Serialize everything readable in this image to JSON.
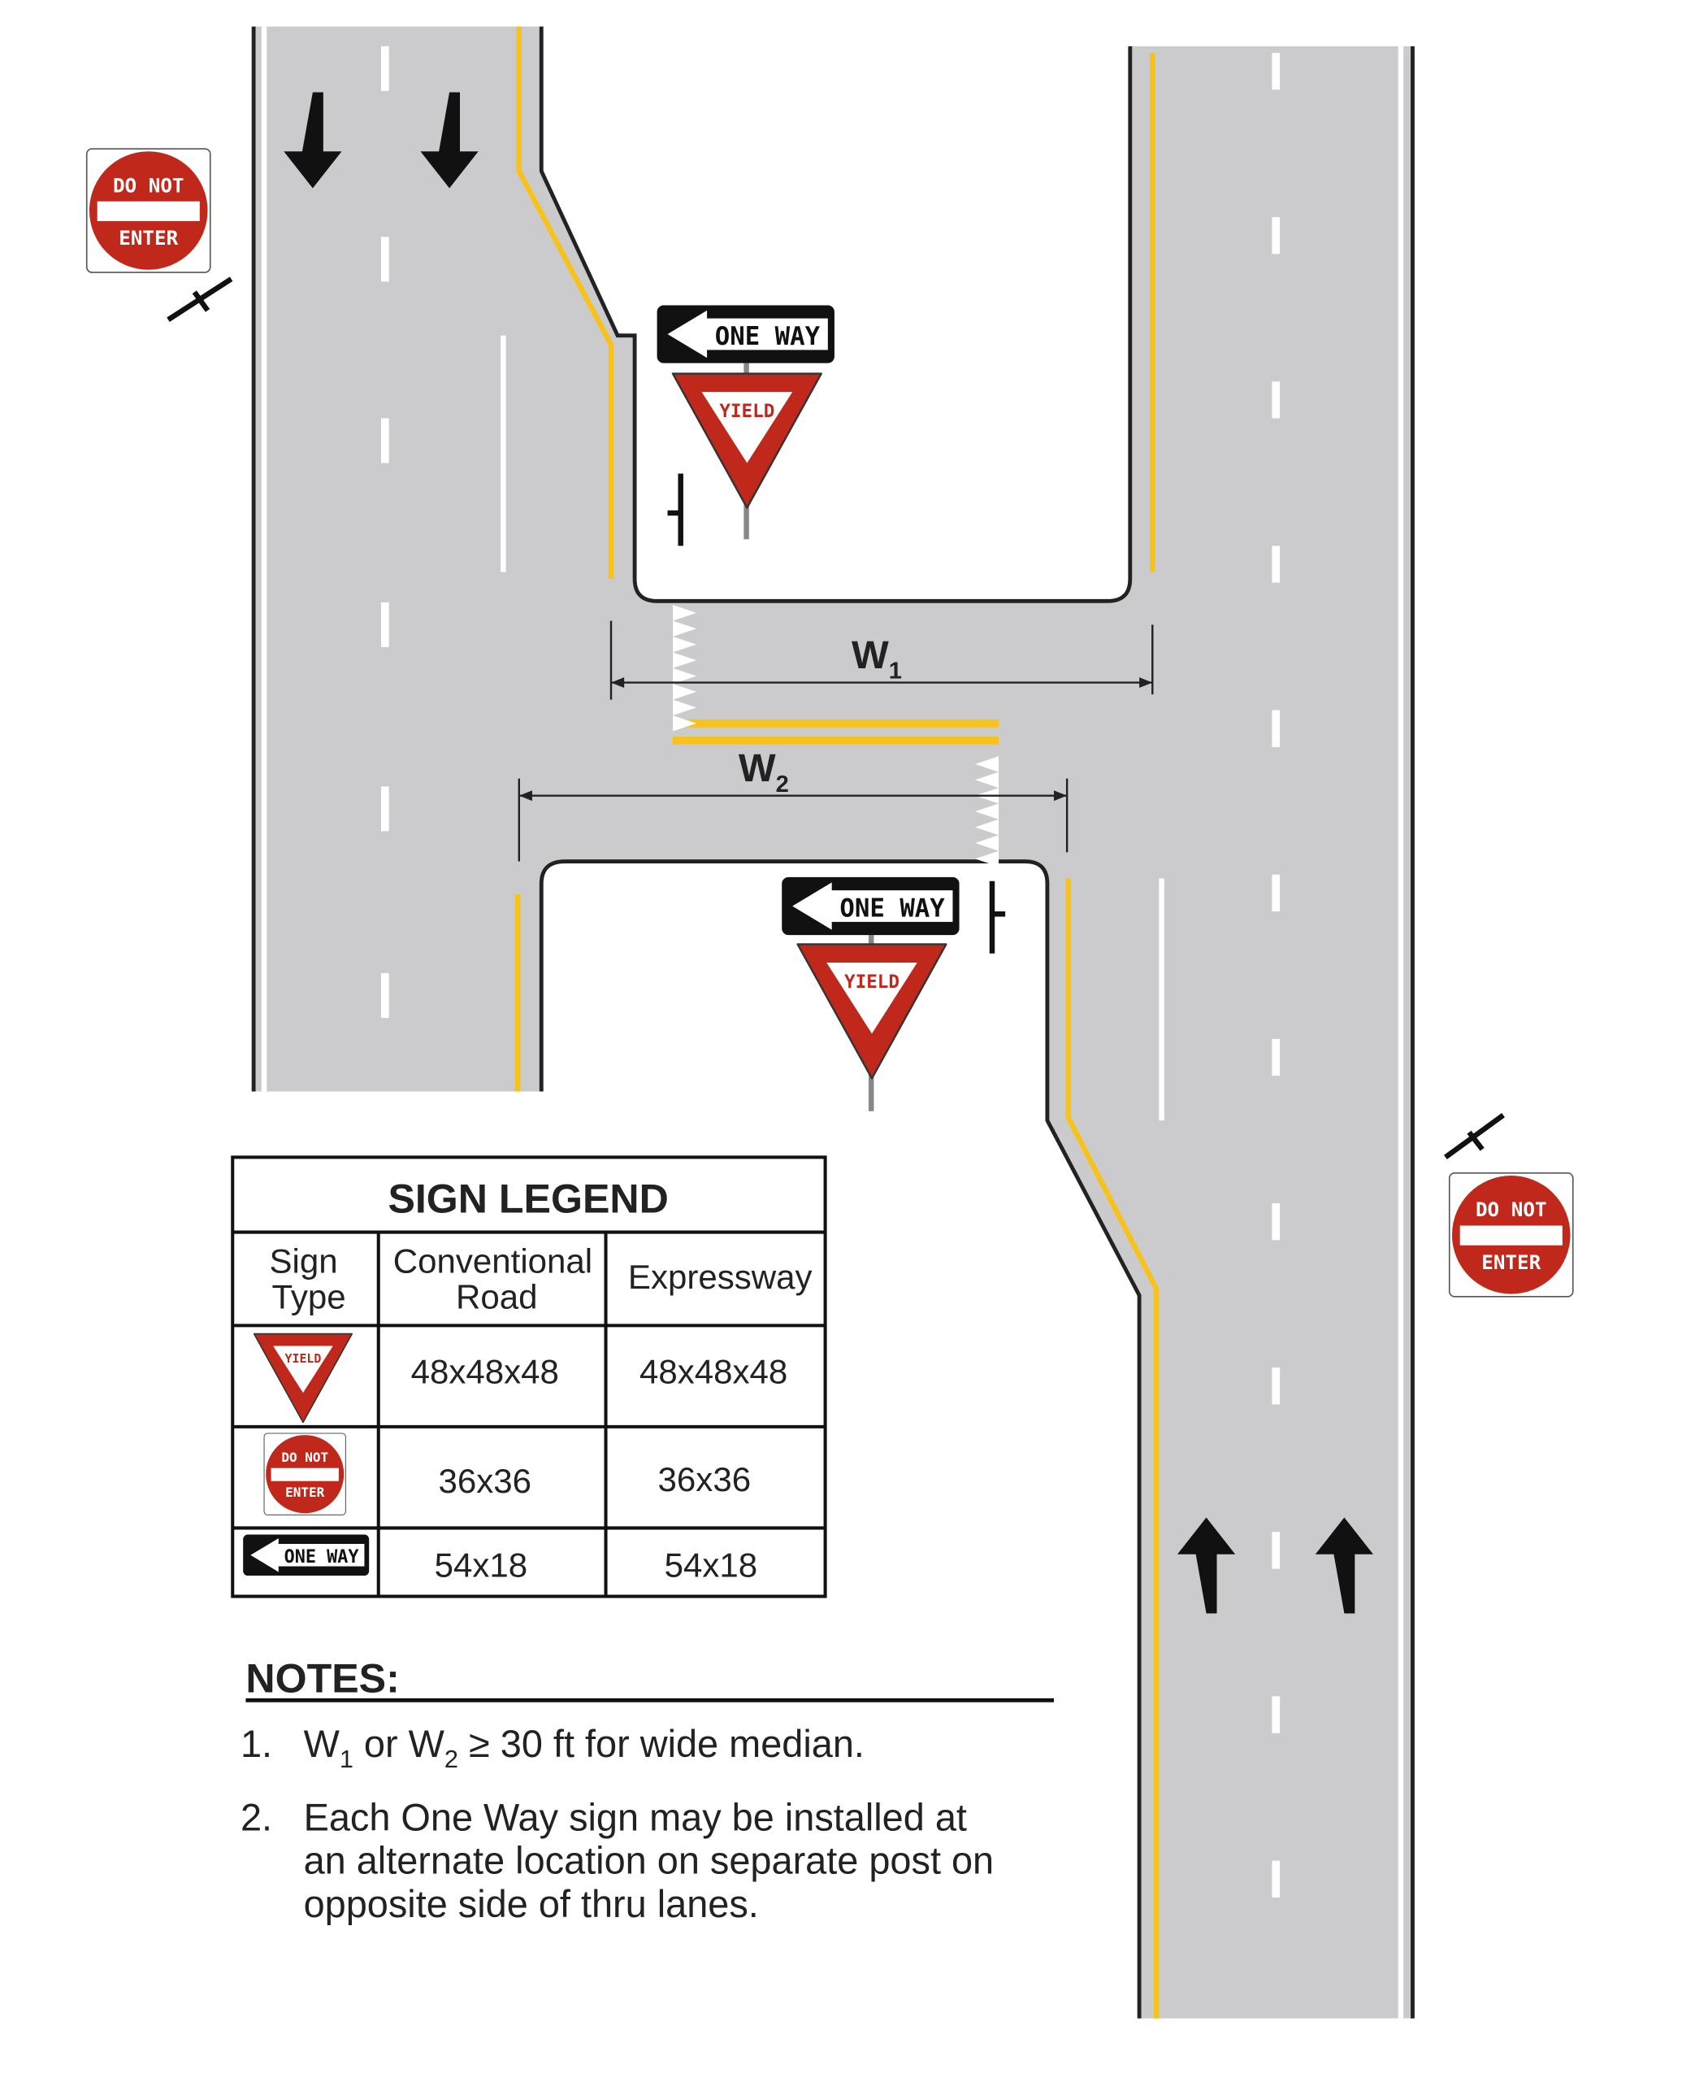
{
  "colors": {
    "road": "#cbcbcd",
    "yellow": "#f7c21a",
    "red": "#c1281c",
    "black": "#111111",
    "white": "#ffffff"
  },
  "signs": {
    "do_not_enter": {
      "line1": "DO NOT",
      "line2": "ENTER"
    },
    "yield": {
      "text": "YIELD"
    },
    "one_way": {
      "text": "ONE WAY"
    }
  },
  "dimensions": {
    "w1": {
      "letter": "W",
      "sub": "1"
    },
    "w2": {
      "letter": "W",
      "sub": "2"
    }
  },
  "legend": {
    "title": "SIGN LEGEND",
    "headers": {
      "sign_type_1": "Sign",
      "sign_type_2": "Type",
      "conventional_1": "Conventional",
      "conventional_2": "Road",
      "expressway": "Expressway"
    },
    "rows": [
      {
        "sign": "yield",
        "conventional": "48x48x48",
        "expressway": "48x48x48"
      },
      {
        "sign": "do_not_enter",
        "conventional": "36x36",
        "expressway": "36x36"
      },
      {
        "sign": "one_way",
        "conventional": "54x18",
        "expressway": "54x18"
      }
    ]
  },
  "notes": {
    "title": "NOTES:",
    "items": [
      {
        "num": "1.",
        "parts": {
          "a": "W",
          "a_sub": "1",
          "b": " or W",
          "b_sub": "2",
          "c": " ≥ 30 ft for wide median."
        }
      },
      {
        "num": "2.",
        "lines": [
          "Each One Way sign may be installed at",
          "an alternate location on separate post on",
          "opposite side of thru lanes."
        ]
      }
    ]
  }
}
